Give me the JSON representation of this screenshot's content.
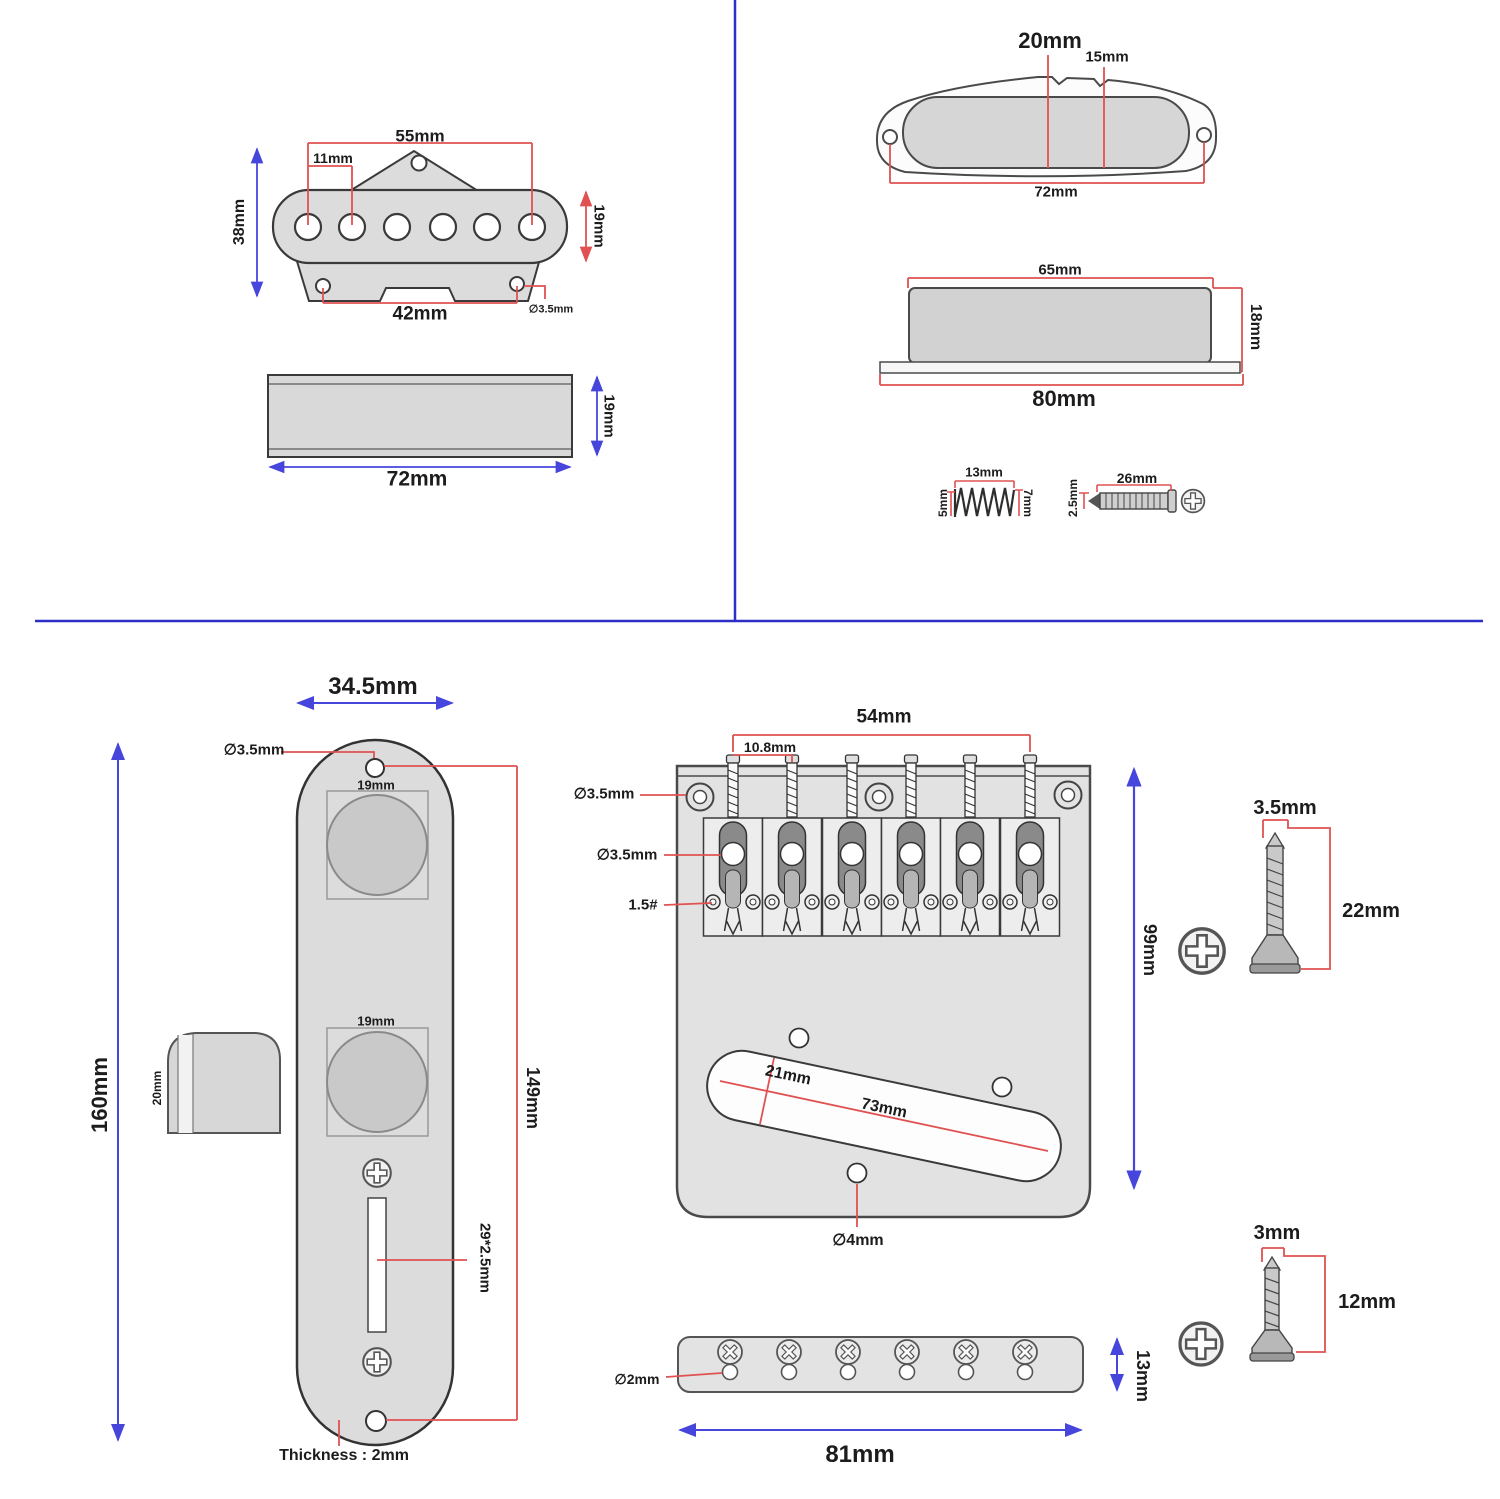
{
  "colors": {
    "dimension_red": "#e05252",
    "dimension_blue": "#4646dd",
    "divider_blue": "#2d2dc8",
    "part_fill_gray": "#dcdcdc",
    "outline_dark": "#3a3a3a"
  },
  "tl": {
    "d55": "55mm",
    "d11": "11mm",
    "d38": "38mm",
    "d19r": "19mm",
    "d42": "42mm",
    "dhole": "∅3.5mm",
    "side19": "19mm",
    "side72": "72mm"
  },
  "tr": {
    "d20": "20mm",
    "d15": "15mm",
    "d72": "72mm",
    "d65": "65mm",
    "d18": "18mm",
    "d80": "80mm",
    "spring13": "13mm",
    "spring5": "5mm",
    "spring7": "7mm",
    "screw26": "26mm",
    "screw25": "2.5mm"
  },
  "bl": {
    "d345": "34.5mm",
    "dhole": "∅3.5mm",
    "d19a": "19mm",
    "d19b": "19mm",
    "d160": "160mm",
    "d149": "149mm",
    "dslot": "29*2.5mm",
    "dknob": "20mm",
    "thickness": "Thickness : 2mm"
  },
  "br": {
    "d54": "54mm",
    "d108": "10.8mm",
    "dholeA": "∅3.5mm",
    "dholeB": "∅3.5mm",
    "dwrench": "1.5#",
    "d99": "99mm",
    "d21": "21mm",
    "d73": "73mm",
    "d4": "∅4mm",
    "sAd": "3.5mm",
    "sAl": "22mm",
    "sBd": "3mm",
    "sBl": "12mm",
    "f2": "∅2mm",
    "f13": "13mm",
    "f81": "81mm"
  }
}
